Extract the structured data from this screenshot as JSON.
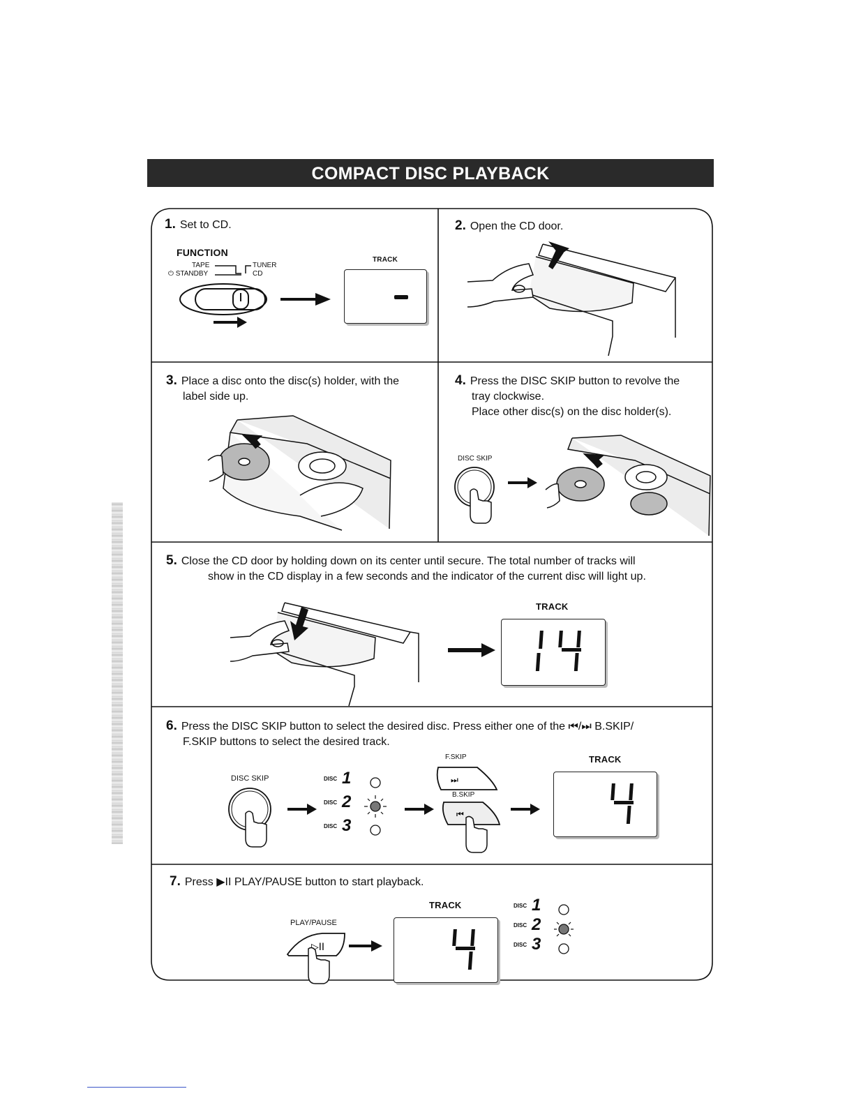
{
  "title": "COMPACT DISC PLAYBACK",
  "steps": {
    "s1": {
      "num": "1.",
      "text": "Set to CD."
    },
    "s2": {
      "num": "2.",
      "text": "Open the CD door."
    },
    "s3": {
      "num": "3.",
      "line1": "Place a disc onto the disc(s) holder, with the",
      "line2": "label side up."
    },
    "s4": {
      "num": "4.",
      "line1": "Press the DISC SKIP button to revolve the",
      "line2": "tray clockwise.",
      "line3": "Place other disc(s) on the disc holder(s)."
    },
    "s5": {
      "num": "5.",
      "line1": "Close the CD door by holding down on its center until secure. The total number of tracks will",
      "line2": "show in the CD display in a few seconds and the indicator of the current disc will light up."
    },
    "s6": {
      "num": "6.",
      "line1": "Press the DISC SKIP button to select the desired disc. Press either one of the ⏮/⏭ B.SKIP/",
      "line2": "F.SKIP buttons to select the desired track."
    },
    "s7": {
      "num": "7.",
      "text": "Press ▶II PLAY/PAUSE button to start playback."
    }
  },
  "labels": {
    "function": "FUNCTION",
    "tape": "TAPE",
    "tuner": "TUNER",
    "standby": "⏻ STANDBY",
    "cd": "CD",
    "track": "TRACK",
    "disc_skip": "DISC SKIP",
    "fskip": "F.SKIP",
    "bskip": "B.SKIP",
    "play_pause": "PLAY/PAUSE",
    "disc": "DISC",
    "d1": "1",
    "d2": "2",
    "d3": "3"
  },
  "displays": {
    "step1": "-",
    "step5": "14",
    "step6": "4",
    "step7": "4"
  }
}
